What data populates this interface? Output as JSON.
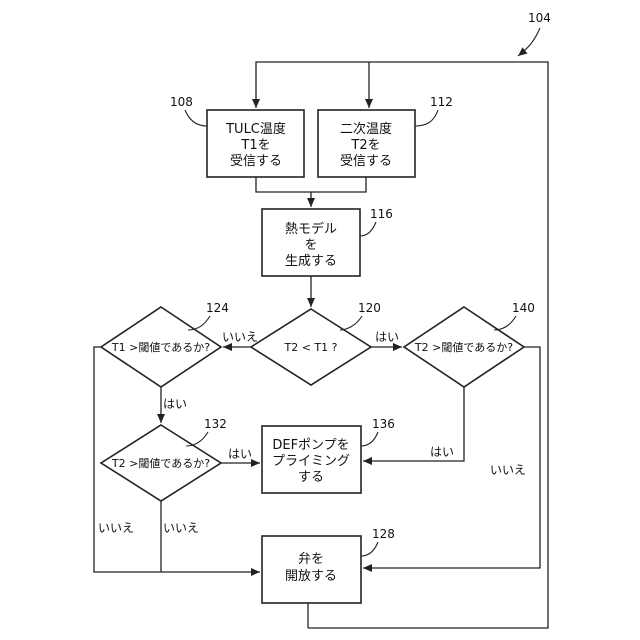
{
  "figure_ref": "104",
  "nodes": {
    "receive_t1": {
      "ref": "108",
      "lines": [
        "TULC温度",
        "T1を",
        "受信する"
      ]
    },
    "receive_t2": {
      "ref": "112",
      "lines": [
        "二次温度",
        "T2を",
        "受信する"
      ]
    },
    "thermal_model": {
      "ref": "116",
      "lines": [
        "熱モデル",
        "を",
        "生成する"
      ]
    },
    "t2_lt_t1": {
      "ref": "120",
      "text": "T2 < T1 ?"
    },
    "t1_threshold": {
      "ref": "124",
      "text": "T1 >閾値であるか?"
    },
    "t2_threshold_right": {
      "ref": "140",
      "text": "T2 >閾値であるか?"
    },
    "t2_threshold_left": {
      "ref": "132",
      "text": "T2 >閾値であるか?"
    },
    "prime_pump": {
      "ref": "136",
      "lines": [
        "DEFポンプを",
        "プライミング",
        "する"
      ]
    },
    "open_valve": {
      "ref": "128",
      "lines": [
        "弁を",
        "開放する"
      ]
    }
  },
  "edge_labels": {
    "no_120_to_124": "いいえ",
    "yes_120_to_140": "はい",
    "yes_124_to_132": "はい",
    "yes_132_to_136": "はい",
    "yes_140_to_136": "はい",
    "no_140_to_128": "いいえ",
    "no_124_to_128": "いいえ",
    "no_132_to_128": "いいえ"
  }
}
